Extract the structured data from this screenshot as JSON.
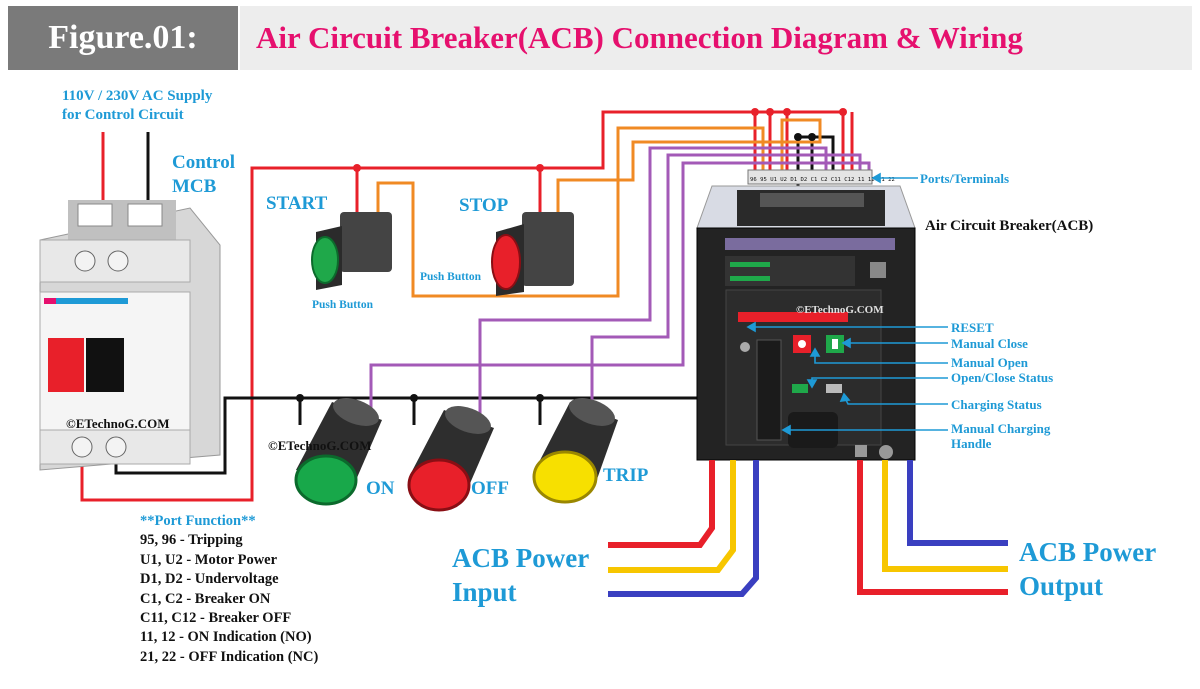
{
  "header": {
    "figure_label": "Figure.01:",
    "title": "Air Circuit Breaker(ACB) Connection Diagram & Wiring"
  },
  "supply": {
    "line1": "110V / 230V AC Supply",
    "line2": "for Control Circuit"
  },
  "mcb": {
    "label_line1": "Control",
    "label_line2": "MCB",
    "watermark": "©ETechnoG.COM"
  },
  "buttons": {
    "start_label": "START",
    "stop_label": "STOP",
    "start_caption": "Push Button",
    "stop_caption": "Push Button"
  },
  "indicators": {
    "on_label": "ON",
    "off_label": "OFF",
    "trip_label": "TRIP",
    "watermark": "©ETechnoG.COM"
  },
  "acb": {
    "title": "Air Circuit Breaker(ACB)",
    "watermark": "©ETechnoG.COM",
    "ports_label": "Ports/Terminals",
    "terminal_text": "96 95 U1 U2 D1 D2 C1 C2 C11 C12 11 12 21 22",
    "callouts": {
      "reset": "RESET",
      "manual_close": "Manual Close",
      "manual_open": "Manual Open",
      "status": "Open/Close Status",
      "charging_status": "Charging Status",
      "charging_handle_1": "Manual Charging",
      "charging_handle_2": "Handle"
    }
  },
  "power": {
    "input_line1": "ACB Power",
    "input_line2": "Input",
    "output_line1": "ACB Power",
    "output_line2": "Output"
  },
  "port_function": {
    "title": "**Port Function**",
    "items": [
      "95, 96 - Tripping",
      "U1, U2 - Motor Power",
      "D1, D2 - Undervoltage",
      "C1, C2 - Breaker ON",
      "C11, C12 - Breaker OFF",
      "11, 12 - ON Indication (NO)",
      "21, 22 - OFF Indication (NC)"
    ]
  },
  "colors": {
    "red_wire": "#e8202a",
    "black_wire": "#111111",
    "orange_wire": "#f08a24",
    "purple_wire": "#a35ab7",
    "yellow_wire": "#f7c600",
    "blue_wire": "#3a3fc0",
    "label_blue": "#1e9ad6",
    "title_pink": "#e6106e"
  }
}
